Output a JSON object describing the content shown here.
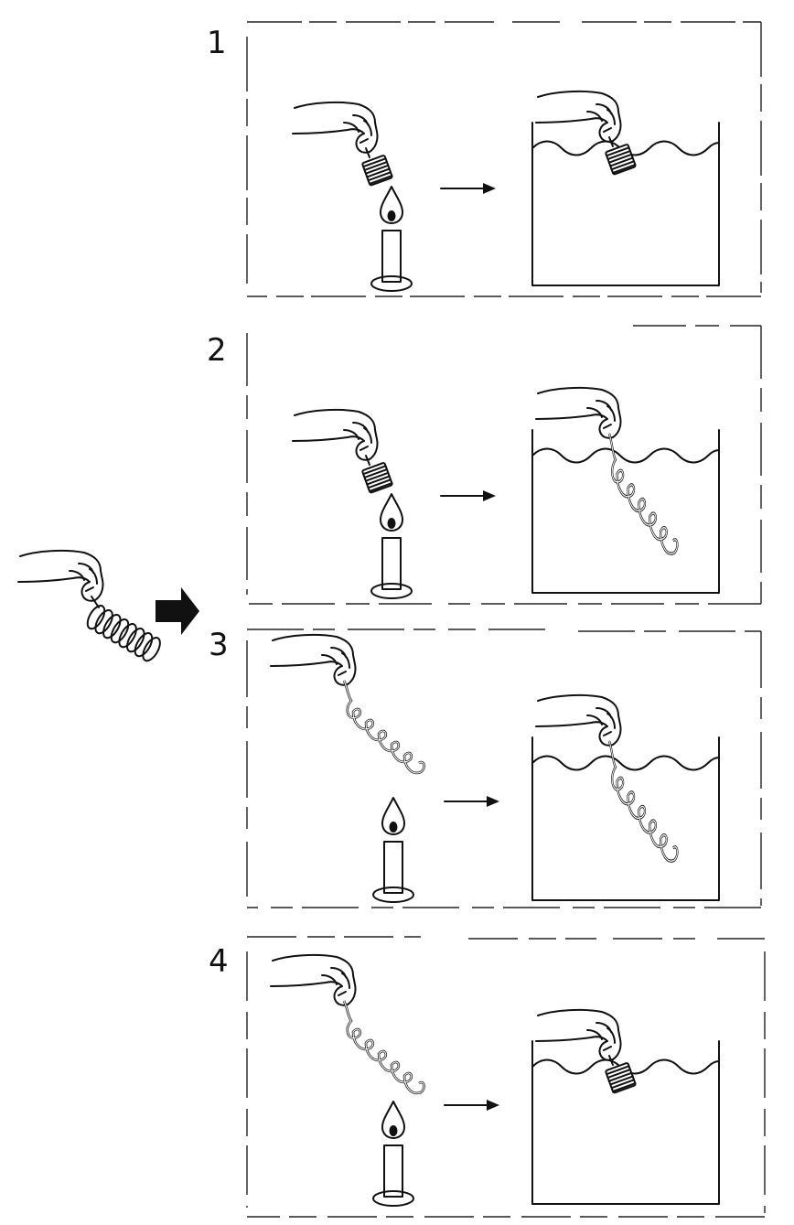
{
  "steps": [
    {
      "number": "1",
      "start": "compact-coil",
      "end": "compact-coil"
    },
    {
      "number": "2",
      "start": "compact-coil",
      "end": "extended-coil"
    },
    {
      "number": "3",
      "start": "extended-coil",
      "end": "extended-coil"
    },
    {
      "number": "4",
      "start": "extended-coil",
      "end": "compact-coil"
    }
  ],
  "icons": {
    "hand": "hand-icon",
    "candle": "candle-icon",
    "beaker": "beaker-icon",
    "arrow": "arrow-right-icon",
    "big_arrow": "big-arrow-right-icon"
  }
}
